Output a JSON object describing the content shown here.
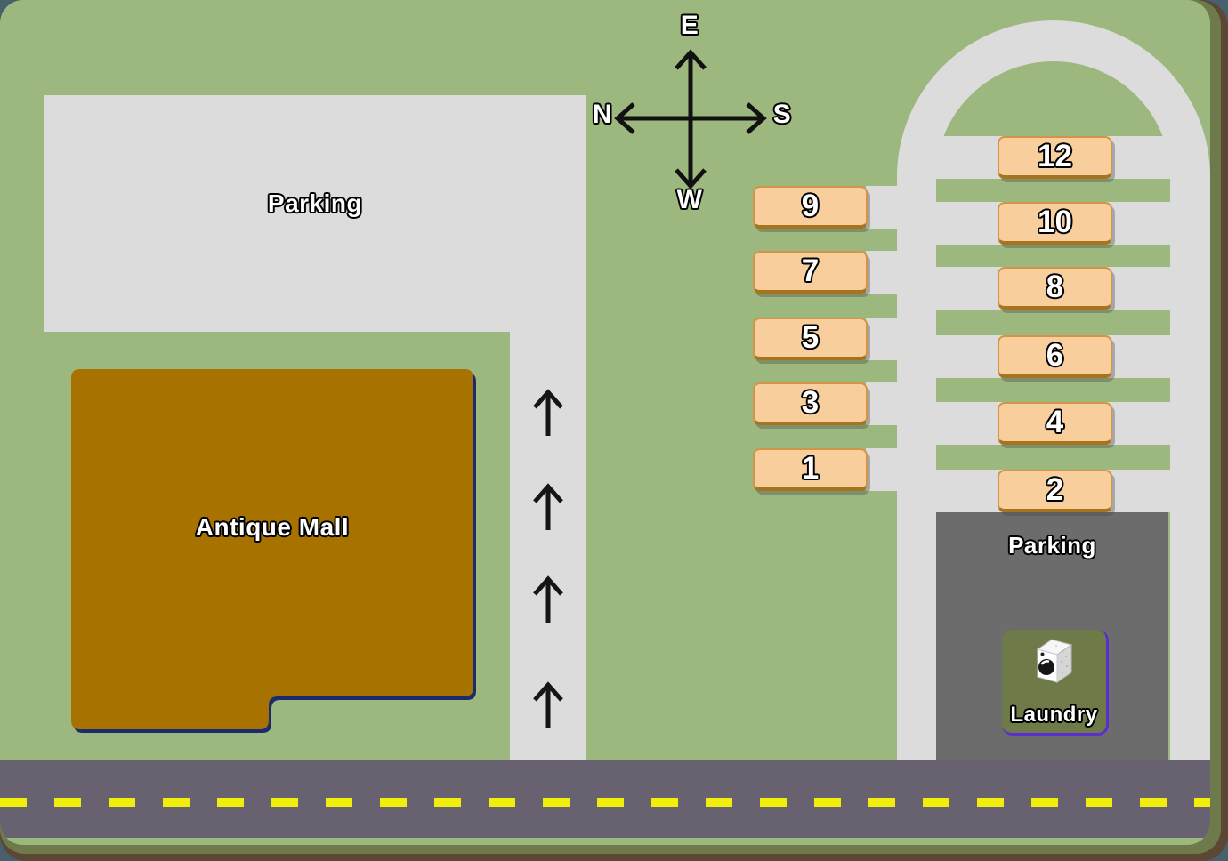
{
  "colors": {
    "backdrop": "#47606c",
    "grass": "#9cb87f",
    "road": "#dcdcdc",
    "street": "#676170",
    "street_line": "#f0ee0a",
    "site_fill": "#f8cf9c",
    "site_edge_light": "#d29547",
    "site_edge_dark": "#a8731d",
    "mall": "#a87200",
    "mall_outline": "#1c2b6b",
    "parking_dark": "#6c6c6c",
    "laundry_tile": "#6f7a49",
    "laundry_edge": "#5a2ed1",
    "frame_olive": "#6e7a4b",
    "frame_brown": "#5b4733"
  },
  "labels": {
    "parking_nw": "Parking",
    "parking_se": "Parking",
    "antique_mall": "Antique Mall",
    "laundry": "Laundry"
  },
  "compass": {
    "top": "E",
    "left": "N",
    "right": "S",
    "bottom": "W"
  },
  "sites": {
    "left": [
      {
        "number": "9"
      },
      {
        "number": "7"
      },
      {
        "number": "5"
      },
      {
        "number": "3"
      },
      {
        "number": "1"
      }
    ],
    "right": [
      {
        "number": "12"
      },
      {
        "number": "10"
      },
      {
        "number": "8"
      },
      {
        "number": "6"
      },
      {
        "number": "4"
      },
      {
        "number": "2"
      }
    ]
  },
  "icons": {
    "direction_arrow": "up-arrow-icon",
    "compass_cross": "compass-cross-icon",
    "washing_machine": "washing-machine-icon"
  }
}
